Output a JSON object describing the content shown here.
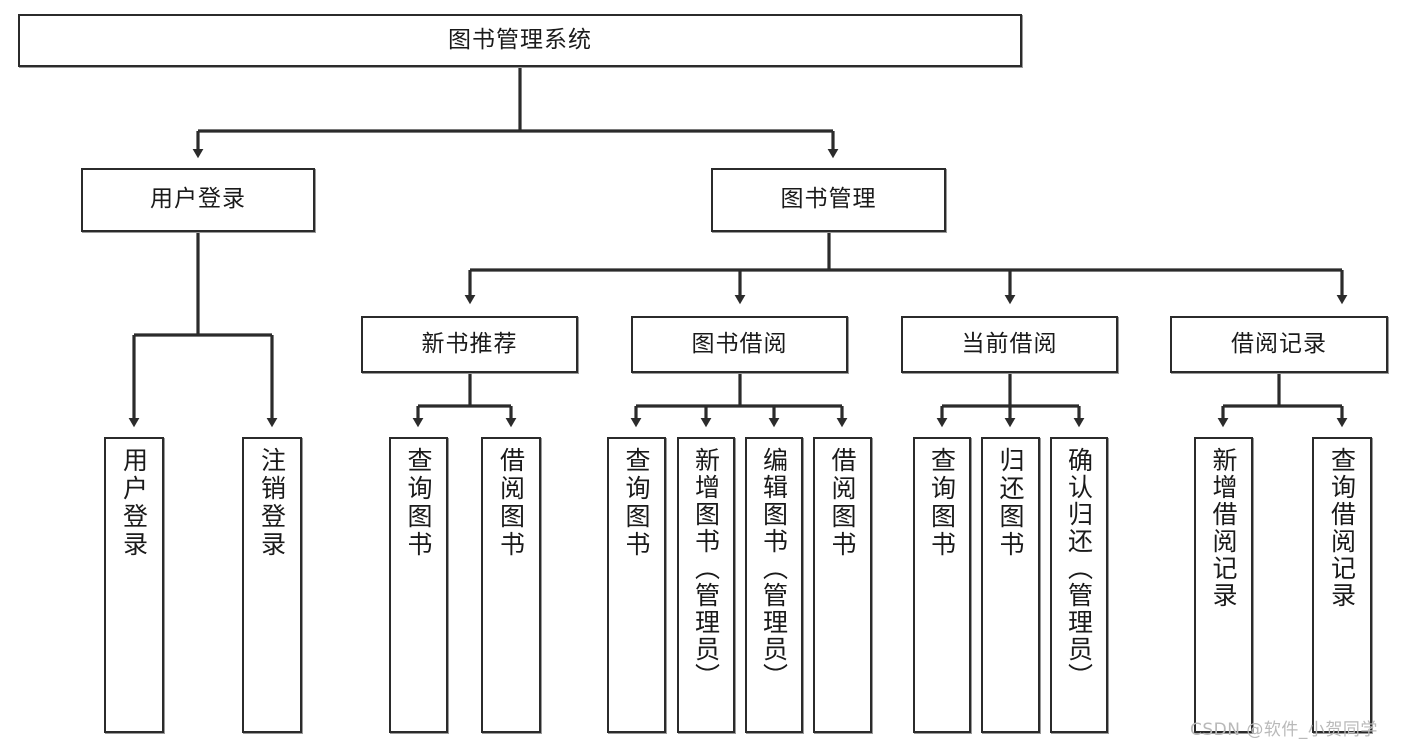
{
  "diagram": {
    "title": "图书管理系统",
    "type": "tree-hierarchy-chart",
    "watermark": "CSDN @软件_小贺同学",
    "colors": {
      "node_border": "#2b2b2b",
      "node_fill": "#ffffff",
      "edge": "#2b2b2b",
      "text": "#1a1a1a",
      "watermark": "#b9b9b9"
    },
    "nodes": {
      "root": {
        "label": "图书管理系统"
      },
      "level2": [
        {
          "id": "user_login",
          "label": "用户登录"
        },
        {
          "id": "book_manage",
          "label": "图书管理"
        }
      ],
      "level3": [
        {
          "id": "new_book_rec",
          "label": "新书推荐"
        },
        {
          "id": "book_borrow",
          "label": "图书借阅"
        },
        {
          "id": "current_borrow",
          "label": "当前借阅"
        },
        {
          "id": "borrow_record",
          "label": "借阅记录"
        }
      ],
      "leaves": [
        {
          "id": "leaf_user_login",
          "label": "用户登录",
          "parent": "user_login"
        },
        {
          "id": "leaf_logout",
          "label": "注销登录",
          "parent": "user_login"
        },
        {
          "id": "leaf_query_book_1",
          "label": "查询图书",
          "parent": "new_book_rec"
        },
        {
          "id": "leaf_borrow_book_1",
          "label": "借阅图书",
          "parent": "new_book_rec"
        },
        {
          "id": "leaf_query_book_2",
          "label": "查询图书",
          "parent": "book_borrow"
        },
        {
          "id": "leaf_add_book",
          "label": "新增图书（管理员）",
          "parent": "book_borrow"
        },
        {
          "id": "leaf_edit_book",
          "label": "编辑图书（管理员）",
          "parent": "book_borrow"
        },
        {
          "id": "leaf_borrow_book_2",
          "label": "借阅图书",
          "parent": "book_borrow"
        },
        {
          "id": "leaf_query_book_3",
          "label": "查询图书",
          "parent": "current_borrow"
        },
        {
          "id": "leaf_return_book",
          "label": "归还图书",
          "parent": "current_borrow"
        },
        {
          "id": "leaf_confirm_return",
          "label": "确认归还（管理员）",
          "parent": "current_borrow"
        },
        {
          "id": "leaf_add_record",
          "label": "新增借阅记录",
          "parent": "borrow_record"
        },
        {
          "id": "leaf_query_record",
          "label": "查询借阅记录",
          "parent": "borrow_record"
        }
      ]
    }
  }
}
